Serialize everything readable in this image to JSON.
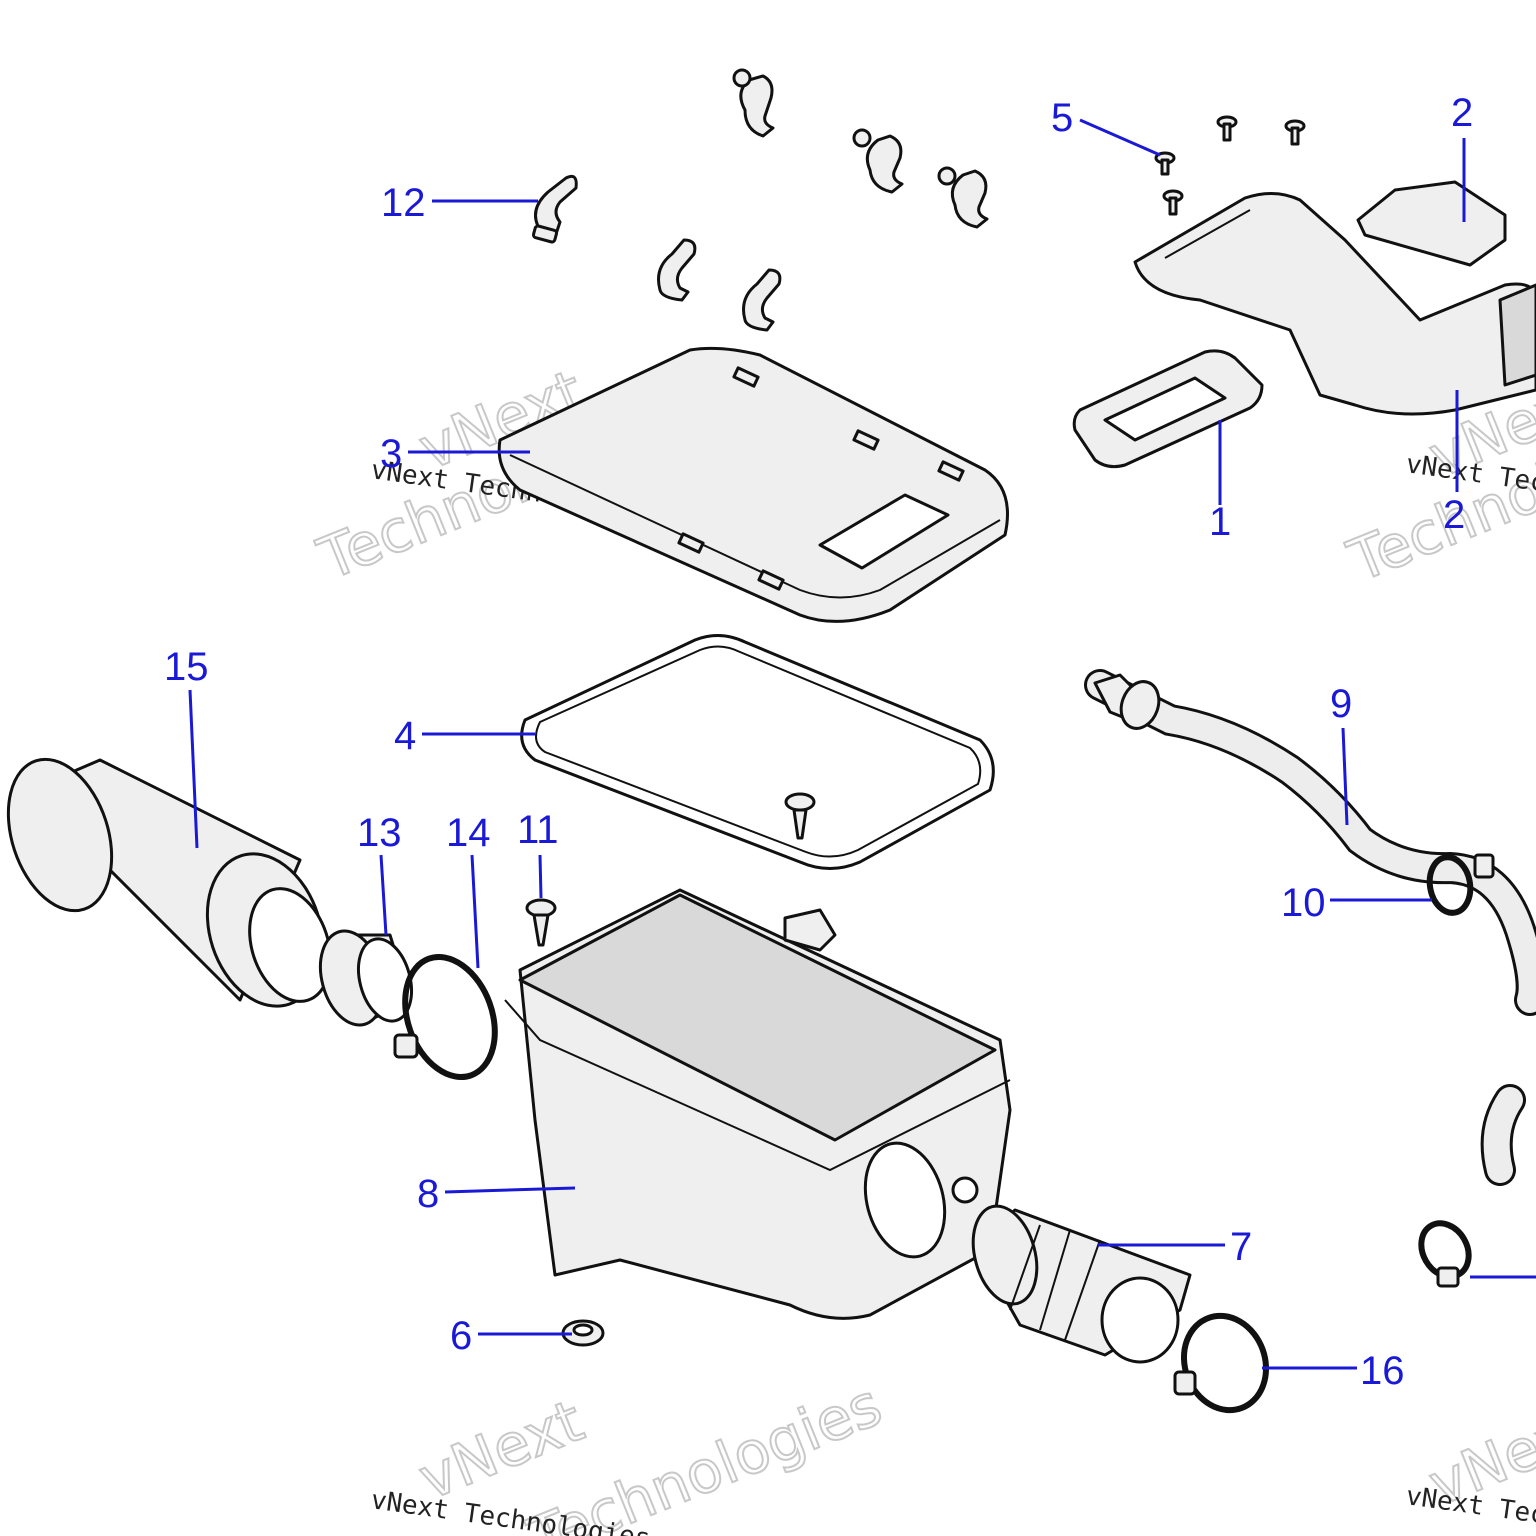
{
  "diagram": {
    "type": "exploded-parts-diagram",
    "callouts": [
      "1",
      "2",
      "2",
      "3",
      "4",
      "5",
      "6",
      "7",
      "8",
      "9",
      "10",
      "11",
      "12",
      "13",
      "14",
      "15",
      "16"
    ],
    "callout_color": "#1a1ad6"
  },
  "watermark": {
    "word1": "vNext",
    "word2": "Technologies",
    "line": "vNext Technologies"
  }
}
